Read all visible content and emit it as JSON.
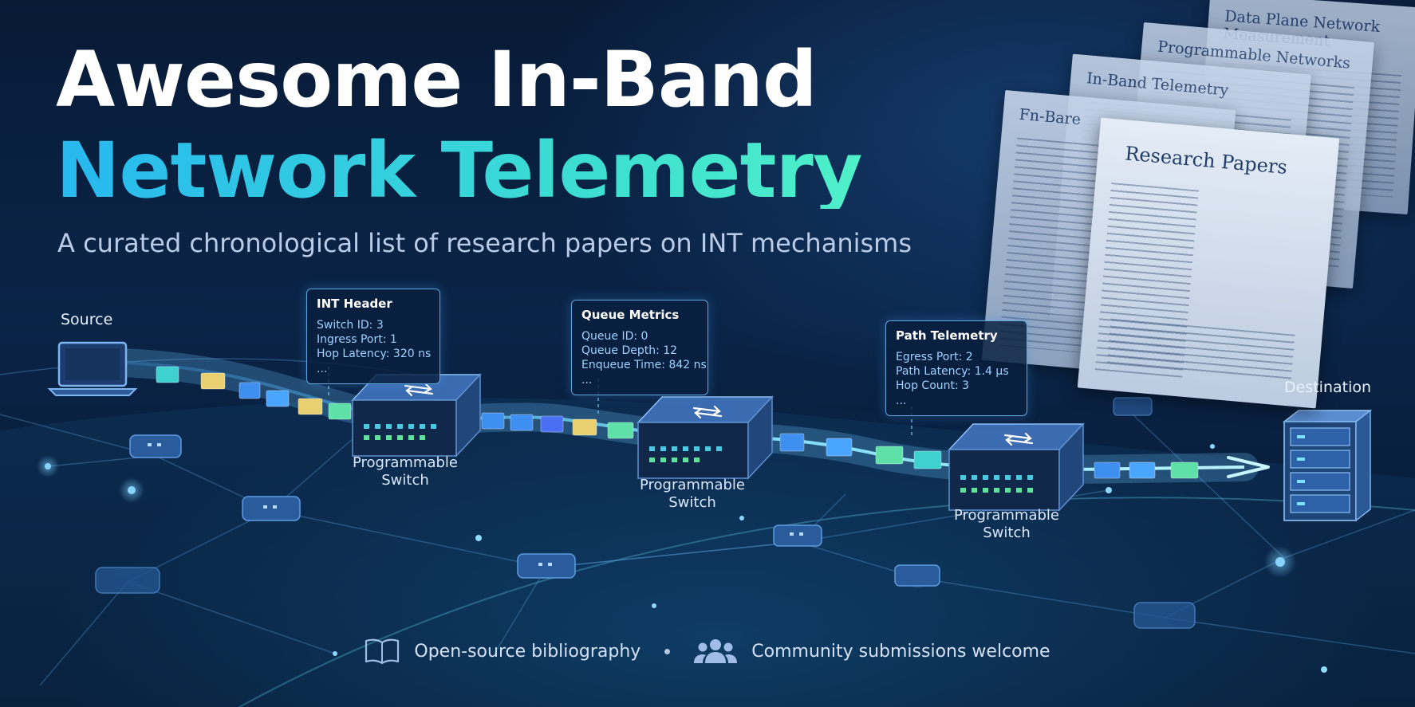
{
  "title_line1": "Awesome In-Band",
  "title_line2": "Network Telemetry",
  "subtitle": "A curated chronological list of research papers on INT mechanisms",
  "source_label": "Source",
  "destination_label": "Destination",
  "switch_label": "Programmable Switch",
  "callouts": [
    {
      "title": "INT Header",
      "lines": [
        "Switch ID: 3",
        "Ingress Port: 1",
        "Hop Latency: 320 ns",
        "..."
      ]
    },
    {
      "title": "Queue Metrics",
      "lines": [
        "Queue ID: 0",
        "Queue Depth: 12",
        "Enqueue Time: 842 ns",
        "..."
      ]
    },
    {
      "title": "Path Telemetry",
      "lines": [
        "Egress Port: 2",
        "Path Latency: 1.4 μs",
        "Hop Count: 3",
        "..."
      ]
    }
  ],
  "papers": [
    "Data Plane Network Measurement",
    "Programmable Networks",
    "In-Band Telemetry",
    "Fn-Bare",
    "Research Papers"
  ],
  "footer": {
    "bibliography": "Open-source bibliography",
    "community": "Community submissions welcome"
  },
  "colors": {
    "background": "#071a33",
    "accent_cyan": "#3ee0d0",
    "accent_blue": "#27b8f0",
    "packet_blue": "#3f8ff0",
    "packet_green": "#5fe0a8",
    "packet_yellow": "#e8d070"
  },
  "icons": {
    "source": "laptop-icon",
    "destination": "server-rack-icon",
    "switch": "network-switch-icon",
    "bibliography": "open-book-icon",
    "community": "people-group-icon"
  }
}
